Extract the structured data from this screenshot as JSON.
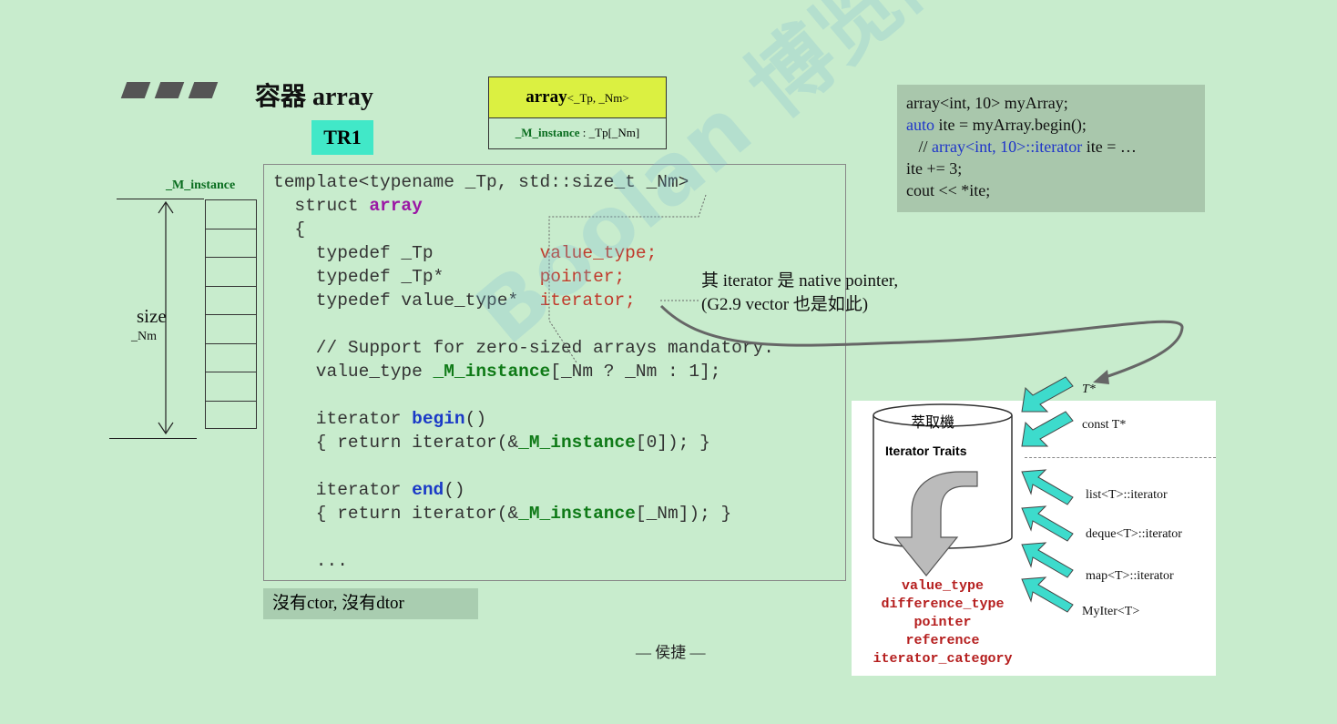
{
  "header": {
    "title": "容器 array",
    "tag": "TR1"
  },
  "uml": {
    "class_name": "array",
    "template_params": "<_Tp, _Nm>",
    "member_name": "_M_instance",
    "member_type": ": _Tp[_Nm]"
  },
  "code": {
    "lines": [
      "template<typename _Tp, std::size_t _Nm>",
      "  struct ",
      "array",
      "  {",
      "    typedef _Tp          ",
      "value_type;",
      "    typedef _Tp*         ",
      "pointer;",
      "    typedef value_type*  ",
      "iterator;",
      "    // Support for zero-sized arrays mandatory.",
      "    value_type ",
      "_M_instance",
      "[_Nm ? _Nm : 1];",
      "    iterator ",
      "begin",
      "()",
      "    { return iterator(&",
      "_M_instance",
      "[0]); }",
      "    iterator ",
      "end",
      "()",
      "    { return iterator(&",
      "_M_instance",
      "[_Nm]); }",
      "    ..."
    ]
  },
  "note": {
    "line1": "其 iterator 是 native pointer,",
    "line2": "(G2.9 vector 也是如此)"
  },
  "no_ctor": "沒有ctor, 沒有dtor",
  "author": "— 侯捷 —",
  "example": {
    "line1": "array<int, 10> myArray;",
    "line2_kw": "auto",
    "line2_rest": " ite = myArray.begin();",
    "line3_prefix": "   // ",
    "line3_blue": "array<int, 10>::iterator",
    "line3_rest": " ite = …",
    "line4": "ite += 3;",
    "line5": "cout << *ite;"
  },
  "memory": {
    "label": "_M_instance",
    "size_label": "size",
    "nm_label": "_Nm"
  },
  "traits": {
    "zh_label": "萃取機",
    "en_label": "Iterator Traits",
    "inputs_top": [
      "T*",
      "const T*"
    ],
    "inputs_bottom": [
      "list<T>::iterator",
      "deque<T>::iterator",
      "map<T>::iterator",
      "MyIter<T>"
    ],
    "outputs": [
      "value_type",
      "difference_type",
      "pointer",
      "reference",
      "iterator_category"
    ]
  },
  "colors": {
    "background": "#c8eccd",
    "accent_teal": "#41e8c8",
    "uml_header": "#dbf041",
    "keyword_purple": "#9b18a5",
    "keyword_red": "#c0392b",
    "keyword_blue": "#1a39c7",
    "keyword_green": "#0f7a17"
  },
  "watermark": "Boolan 博览网"
}
